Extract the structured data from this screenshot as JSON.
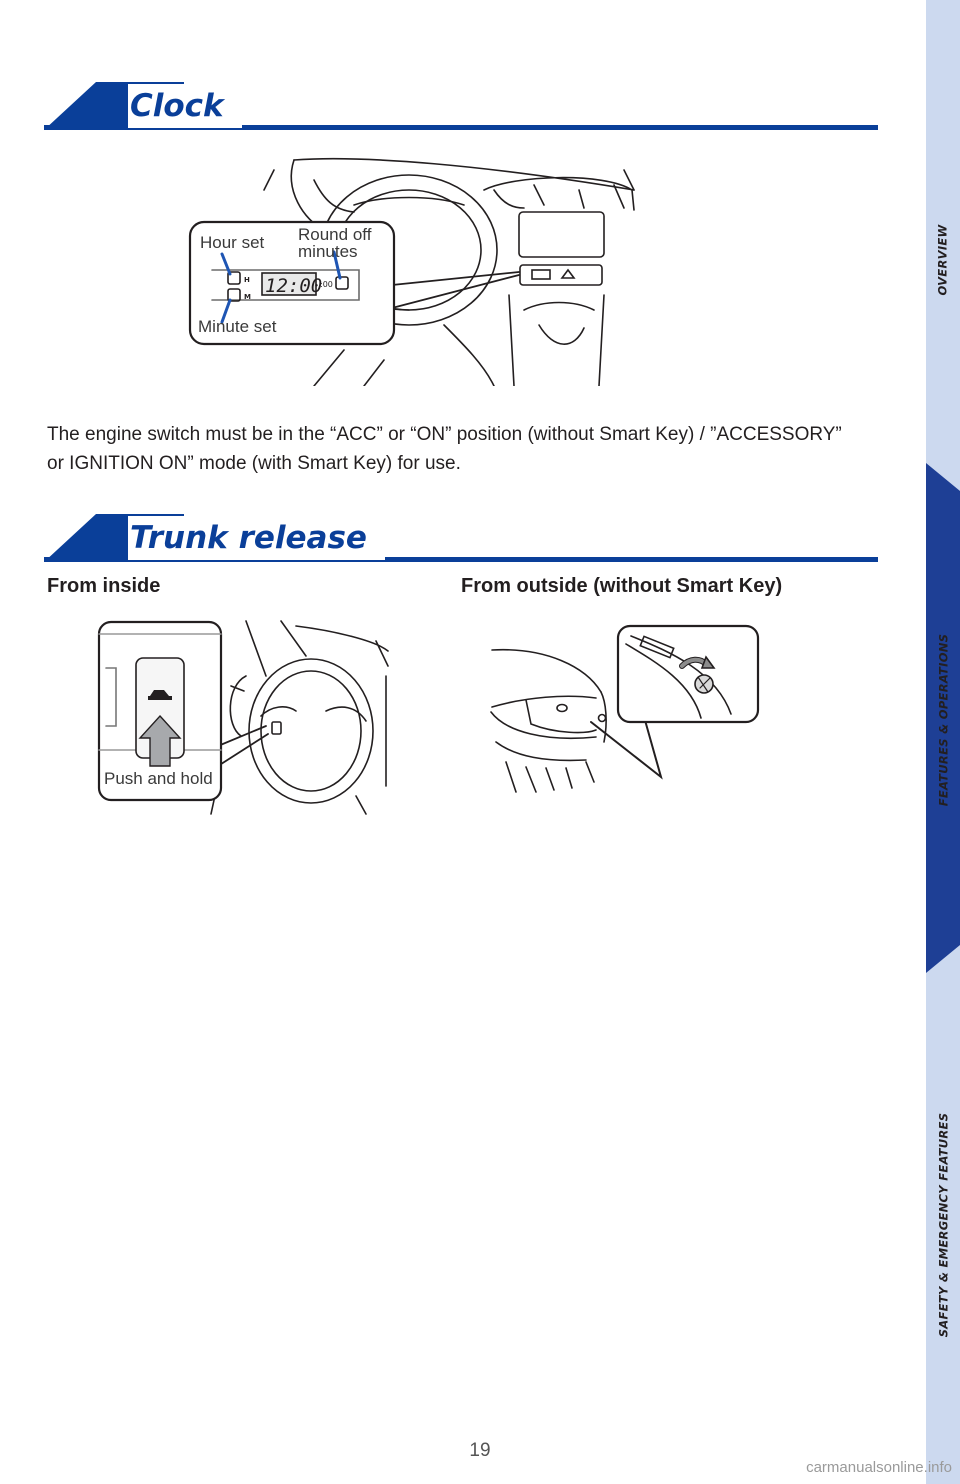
{
  "sections": {
    "clock": {
      "title": "Clock",
      "callouts": {
        "hour_set": "Hour set",
        "round_off_line1": "Round off",
        "round_off_line2": "minutes",
        "minute_set": "Minute set",
        "display_time": "12:00",
        "display_round": ":00",
        "button_h": "H",
        "button_m": "M"
      },
      "body": "The engine switch must be in the “ACC” or “ON” position (without Smart Key) / ”ACCESSORY” or IGNITION ON” mode (with Smart Key) for use."
    },
    "trunk": {
      "title": "Trunk release",
      "from_inside": "From inside",
      "from_outside": "From outside (without Smart Key)",
      "push_and_hold": "Push and hold"
    }
  },
  "sidebar": {
    "items": [
      {
        "label": "OVERVIEW",
        "active": false
      },
      {
        "label": "FEATURES & OPERATIONS",
        "active": true
      },
      {
        "label": "SAFETY & EMERGENCY FEATURES",
        "active": false
      }
    ]
  },
  "page_number": "19",
  "watermark": "carmanualsonline.info",
  "colors": {
    "brand_blue": "#0a3f99",
    "sidebar_light": "#ccd9ef",
    "sidebar_active": "#1e3f95"
  }
}
